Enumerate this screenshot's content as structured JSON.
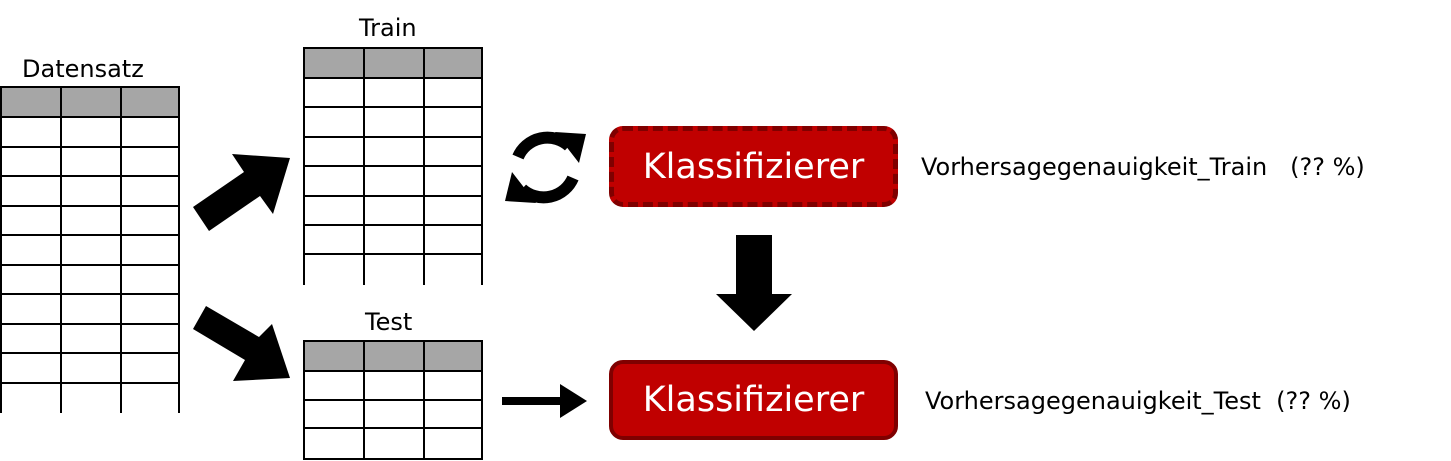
{
  "dataset": {
    "label": "Datensatz",
    "columns": 3,
    "rows": 10
  },
  "train": {
    "label": "Train",
    "columns": 3,
    "rows": 7
  },
  "test": {
    "label": "Test",
    "columns": 3,
    "rows": 3
  },
  "classifier_train": {
    "label": "Klassifizierer"
  },
  "classifier_test": {
    "label": "Klassifizierer"
  },
  "accuracy_train": {
    "text": "Vorhersagegenauigkeit_Train   (?? %)"
  },
  "accuracy_test": {
    "text": "Vorhersagegenauigkeit_Test  (?? %)"
  },
  "colors": {
    "classifier_fill": "#c00000",
    "classifier_border": "#7f0000",
    "table_header": "#a6a6a6",
    "arrows": "#000000"
  },
  "icons": {
    "retrain": "refresh-icon",
    "split_to_train": "arrow-up-right-icon",
    "split_to_test": "arrow-down-right-icon",
    "test_to_classifier": "arrow-right-icon",
    "model_transfer": "arrow-down-icon"
  }
}
